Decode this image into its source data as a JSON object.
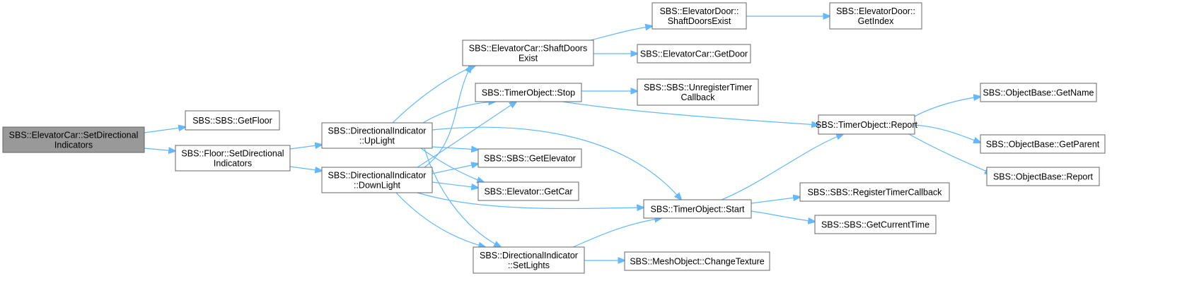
{
  "colors": {
    "edge": "#63b8ff",
    "node_border": "#666666",
    "root_fill": "#999999",
    "node_fill": "#ffffff"
  },
  "nodes": [
    {
      "id": "n0",
      "lines": [
        "SBS::ElevatorCar::SetDirectional",
        "Indicators"
      ],
      "root": true
    },
    {
      "id": "n1",
      "lines": [
        "SBS::SBS::GetFloor"
      ]
    },
    {
      "id": "n2",
      "lines": [
        "SBS::Floor::SetDirectional",
        "Indicators"
      ]
    },
    {
      "id": "n3",
      "lines": [
        "SBS::DirectionalIndicator",
        "::UpLight"
      ]
    },
    {
      "id": "n4",
      "lines": [
        "SBS::DirectionalIndicator",
        "::DownLight"
      ]
    },
    {
      "id": "n5",
      "lines": [
        "SBS::ElevatorCar::ShaftDoors",
        "Exist"
      ]
    },
    {
      "id": "n6",
      "lines": [
        "SBS::TimerObject::Stop"
      ]
    },
    {
      "id": "n7",
      "lines": [
        "SBS::SBS::GetElevator"
      ]
    },
    {
      "id": "n8",
      "lines": [
        "SBS::Elevator::GetCar"
      ]
    },
    {
      "id": "n9",
      "lines": [
        "SBS::DirectionalIndicator",
        "::SetLights"
      ]
    },
    {
      "id": "n10",
      "lines": [
        "SBS::ElevatorDoor::",
        "ShaftDoorsExist"
      ]
    },
    {
      "id": "n11",
      "lines": [
        "SBS::ElevatorCar::GetDoor"
      ]
    },
    {
      "id": "n12",
      "lines": [
        "SBS::SBS::UnregisterTimer",
        "Callback"
      ]
    },
    {
      "id": "n13",
      "lines": [
        "SBS::TimerObject::Start"
      ]
    },
    {
      "id": "n14",
      "lines": [
        "SBS::MeshObject::ChangeTexture"
      ]
    },
    {
      "id": "n15",
      "lines": [
        "SBS::ElevatorDoor::",
        "GetIndex"
      ]
    },
    {
      "id": "n16",
      "lines": [
        "SBS::TimerObject::Report"
      ]
    },
    {
      "id": "n17",
      "lines": [
        "SBS::SBS::RegisterTimerCallback"
      ]
    },
    {
      "id": "n18",
      "lines": [
        "SBS::SBS::GetCurrentTime"
      ]
    },
    {
      "id": "n19",
      "lines": [
        "SBS::ObjectBase::GetName"
      ]
    },
    {
      "id": "n20",
      "lines": [
        "SBS::ObjectBase::GetParent"
      ]
    },
    {
      "id": "n21",
      "lines": [
        "SBS::ObjectBase::Report"
      ]
    }
  ],
  "edges": [
    {
      "from": "n0",
      "to": "n1"
    },
    {
      "from": "n0",
      "to": "n2"
    },
    {
      "from": "n2",
      "to": "n3"
    },
    {
      "from": "n2",
      "to": "n4"
    },
    {
      "from": "n3",
      "to": "n5"
    },
    {
      "from": "n3",
      "to": "n6"
    },
    {
      "from": "n3",
      "to": "n7"
    },
    {
      "from": "n3",
      "to": "n8"
    },
    {
      "from": "n3",
      "to": "n9"
    },
    {
      "from": "n3",
      "to": "n13"
    },
    {
      "from": "n4",
      "to": "n5"
    },
    {
      "from": "n4",
      "to": "n6"
    },
    {
      "from": "n4",
      "to": "n7"
    },
    {
      "from": "n4",
      "to": "n8"
    },
    {
      "from": "n4",
      "to": "n9"
    },
    {
      "from": "n4",
      "to": "n13"
    },
    {
      "from": "n5",
      "to": "n10"
    },
    {
      "from": "n5",
      "to": "n11"
    },
    {
      "from": "n10",
      "to": "n15"
    },
    {
      "from": "n6",
      "to": "n12"
    },
    {
      "from": "n6",
      "to": "n16"
    },
    {
      "from": "n9",
      "to": "n13"
    },
    {
      "from": "n9",
      "to": "n14"
    },
    {
      "from": "n13",
      "to": "n16"
    },
    {
      "from": "n13",
      "to": "n17"
    },
    {
      "from": "n13",
      "to": "n18"
    },
    {
      "from": "n16",
      "to": "n19"
    },
    {
      "from": "n16",
      "to": "n20"
    },
    {
      "from": "n16",
      "to": "n21"
    }
  ]
}
